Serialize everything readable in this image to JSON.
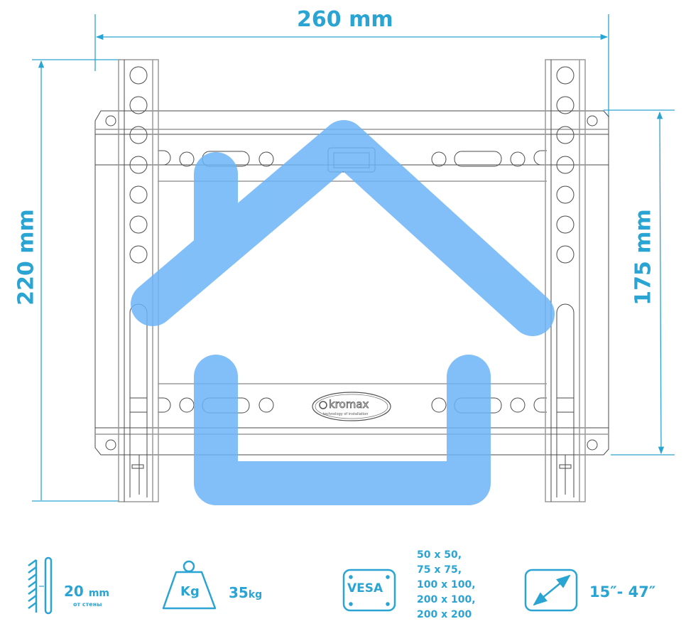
{
  "dimensions": {
    "width": "260 mm",
    "height": "220 mm",
    "vesa_max_height": "175 mm"
  },
  "brand": {
    "logo_name": "kromax",
    "tagline": "technology of installation"
  },
  "specs": {
    "wall_distance": {
      "value": "20",
      "unit": "mm",
      "sublabel": "от стены"
    },
    "max_load": {
      "icon_label": "Kg",
      "value": "35",
      "unit": "kg"
    },
    "vesa": {
      "icon_label": "VESA",
      "patterns": [
        "50 x 50,",
        "75 x 75,",
        "100 x 100,",
        "200 x 100,",
        "200 x 200"
      ]
    },
    "screen_size": {
      "value": "15″- 47″"
    }
  },
  "colors": {
    "dimension_accent": "#2aa4d2",
    "house_overlay": "#6cb4f7",
    "line_gray": "#9a9a9a",
    "line_dark": "#4a4a4a"
  }
}
